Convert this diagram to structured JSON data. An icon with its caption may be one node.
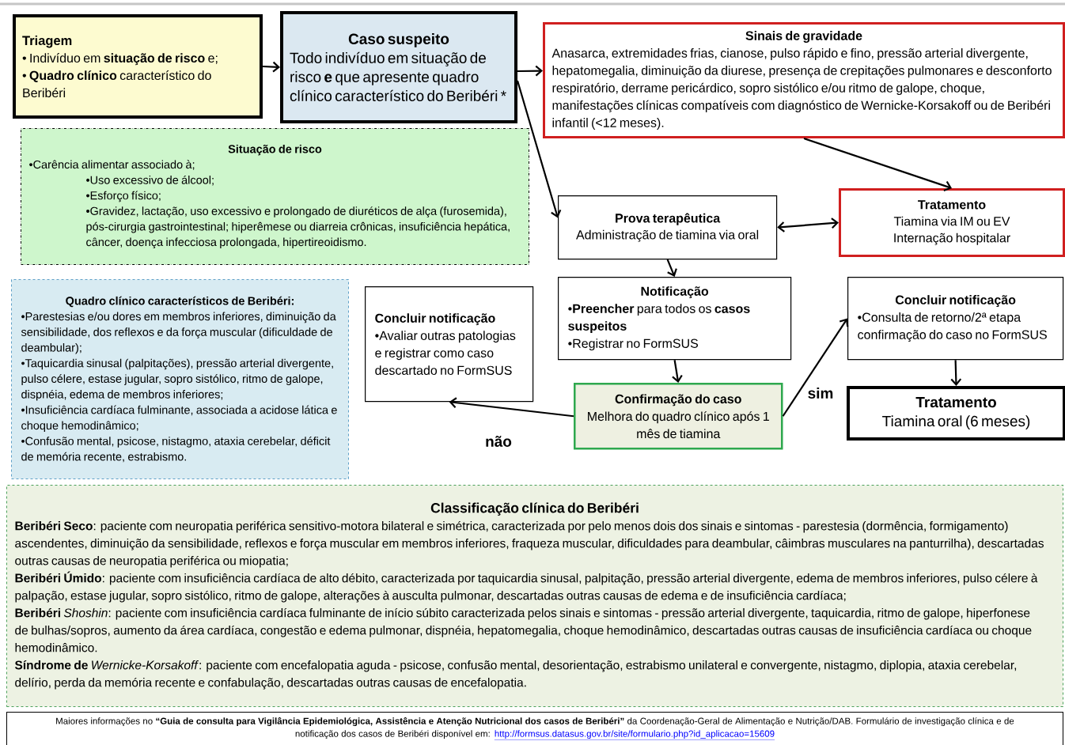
{
  "diagram": {
    "nodes": [
      {
        "text": [
          "Triagem",
          "• Indivíduo em **situação de risco** e;",
          "• **Quadro clínico** característico do Beribéri"
        ]
      },
      {
        "text": [
          "Caso suspeito",
          "Todo indivíduo em situação de risco **e** que apresente quadro clínico característico do Beribéri *"
        ]
      },
      {
        "text": [
          "Sinais de gravidade",
          "Anasarca, extremidades frias, cianose, pulso rápido e fino, pressão arterial divergente, hepatomegalia, diminuição da diurese, presença de crepitações pulmonares e desconforto respiratório, derrame pericárdico, sopro sistólico e/ou ritmo de galope, choque, manifestações clínicas compatíveis com diagnóstico de Wernicke-Korsakoff ou de Beribéri infantil (<12 meses)."
        ]
      },
      {
        "text": [
          "Situação de risco",
          "•Carência alimentar associado à;",
          "•Uso excessivo de álcool;",
          "•Esforço físico;",
          "•Gravidez, lactação, uso excessivo e prolongado de diuréticos de alça (furosemida), pós-cirurgia gastrointestinal; hiperêmese ou diarreia crônicas, insuficiência hepática, câncer, doença infecciosa prolongada, hipertireoidismo."
        ]
      },
      {
        "text": [
          "Prova terapêutica",
          "Administração de tiamina via oral"
        ]
      },
      {
        "text": [
          "Tratamento",
          "Tiamina via IM ou EV",
          "Internação hospitalar"
        ]
      },
      {
        "text": [
          "Quadro clínico característicos de Beribéri:",
          "•Parestesias e/ou dores em membros inferiores, diminuição da sensibilidade, dos reflexos e da força muscular (dificuldade de deambular);",
          "•Taquicardia sinusal (palpitações), pressão arterial divergente, pulso célere, estase jugular, sopro sistólico, ritmo de galope, dispnéia, edema de membros inferiores;",
          "•Insuficiência cardíaca fulminante, associada a acidose lática e choque hemodinâmico;",
          "•Confusão mental, psicose, nistagmo, ataxia cerebelar, déficit de memória recente, estrabismo."
        ]
      },
      {
        "text": [
          "Concluir notificação",
          "•Avaliar outras patologias e registrar como caso descartado no FormSUS"
        ]
      },
      {
        "text": [
          "Notificação",
          "•**Preencher** para todos os **casos suspeitos**",
          "•Registrar no FormSUS"
        ]
      },
      {
        "text": [
          "Concluir notificação",
          "•Consulta de retorno/2ª etapa confirmação do caso no FormSUS"
        ]
      },
      {
        "text": [
          "Confirmação do caso",
          "Melhora do quadro clínico após 1 mês de tiamina"
        ]
      },
      {
        "text": [
          "Tratamento",
          "Tiamina oral (6 meses)"
        ]
      },
      {
        "text": [
          "Classificação clínica do Beribéri",
          "**Beribéri Seco**: paciente com neuropatia periférica sensitivo-motora bilateral e simétrica, caracterizada por pelo menos dois dos sinais e sintomas - parestesia (dormência, formigamento) ascendentes, diminuição da sensibilidade, reflexos e força muscular em membros inferiores, fraqueza muscular, dificuldades para deambular, câimbras musculares na panturrilha), descartadas outras causas de neuropatia periférica ou miopatia;",
          "**Beribéri Úmido**: paciente com insuficiência cardíaca de alto débito, caracterizada por taquicardia sinusal, palpitação, pressão arterial divergente, edema de membros inferiores, pulso célere à palpação, estase jugular, sopro sistólico, ritmo de galope, alterações à ausculta pulmonar, descartadas outras causas de edema e de insuficiência cardíaca;",
          "**Beribéri** *Shoshin*: paciente com insuficiência cardíaca fulminante de início súbito caracterizada pelos sinais e sintomas - pressão arterial divergente, taquicardia, ritmo de galope, hiperfonese de bulhas/sopros, aumento da área cardíaca, congestão e edema pulmonar, dispnéia, hepatomegalia, choque hemodinâmico, descartadas outras causas de insuficiência cardíaca ou choque hemodinâmico.",
          "**Síndrome de** *Wernicke-Korsakoff*: paciente com encefalopatia aguda - psicose, confusão mental, desorientação, estrabismo unilateral e convergente, nistagmo, diplopia, ataxia cerebelar, delírio, perda da memória recente e confabulação, descartadas outras causas de encefalopatia."
        ]
      },
      {
        "text": [
          "Maiores informações no **“Guia de consulta para Vigilância Epidemiológica, Assistência e Atenção Nutricional dos casos de Beribéri”** da Coordenação-Geral de Alimentação e Nutrição/DAB. Formulário de investigação clínica e de notificação dos casos de Beribéri disponível em:",
          "http://formsus.datasus.gov.br/site/formulario.php?id_aplicacao=15609"
        ]
      }
    ],
    "edges": [
      {
        "from": 0,
        "to": 1,
        "arrow": "to"
      },
      {
        "from": 1,
        "to": 2,
        "arrow": "to"
      },
      {
        "from": 1,
        "to": 4,
        "arrow": "to"
      },
      {
        "from": 2,
        "to": 5,
        "arrow": "to"
      },
      {
        "from": 4,
        "to": 5,
        "arrow": "both"
      },
      {
        "from": 4,
        "to": 8,
        "arrow": "to"
      },
      {
        "from": 8,
        "to": 10,
        "arrow": "to"
      },
      {
        "from": 10,
        "to": 7,
        "arrow": "to",
        "label": "não"
      },
      {
        "from": 10,
        "to": 9,
        "arrow": "to",
        "label": "sim"
      },
      {
        "from": 9,
        "to": 11,
        "arrow": "to"
      }
    ]
  }
}
